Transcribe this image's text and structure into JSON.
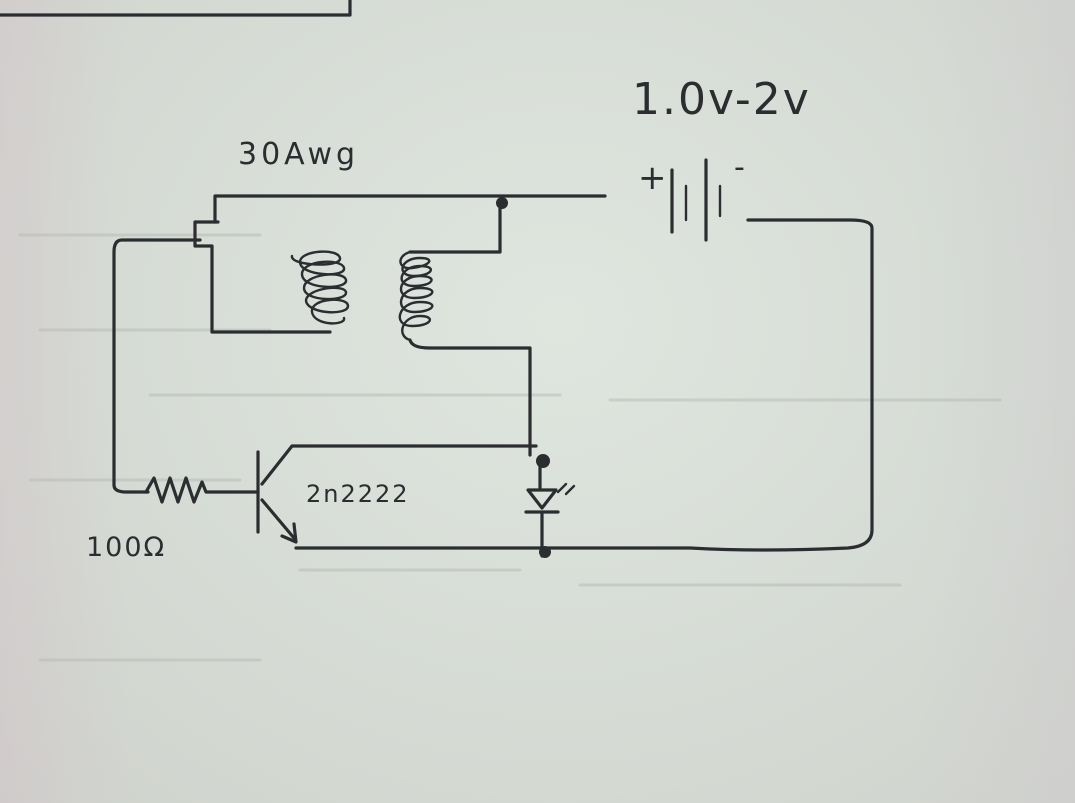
{
  "labels": {
    "voltage": "1.0v-2v",
    "wire_gauge": "30Awg",
    "transistor": "2n2222",
    "resistor": "100Ω",
    "battery_plus": "+",
    "battery_minus": "-"
  },
  "colors": {
    "ink": "#2b2d30",
    "paper": "#d9dcd6"
  }
}
